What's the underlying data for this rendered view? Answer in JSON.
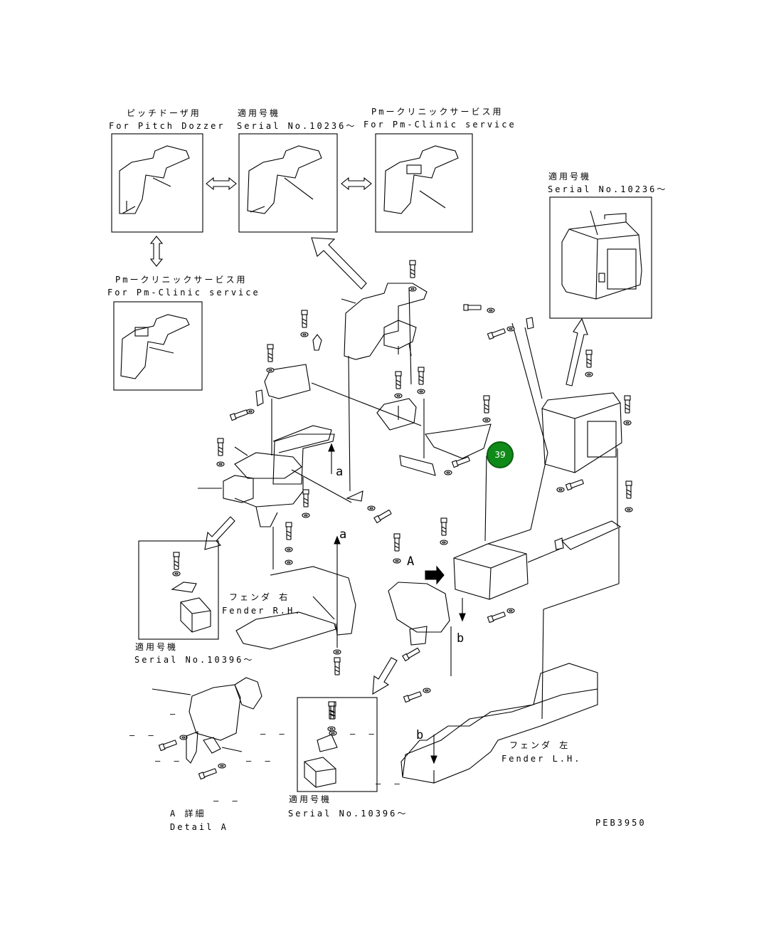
{
  "drawing_code": "PEB3950",
  "callout": {
    "number": "39",
    "color": "#0f8a18"
  },
  "insets": {
    "pitch_dozer": {
      "jp": "ピッチドーザ用",
      "en": "For Pitch Dozzer"
    },
    "serial_10236_top": {
      "jp": "適用号機",
      "en": "Serial No.10236～"
    },
    "pm_clinic_top": {
      "jp": "Pmークリニックサービス用",
      "en": "For Pm-Clinic service"
    },
    "pm_clinic_left": {
      "jp": "Pmークリニックサービス用",
      "en": "For Pm-Clinic service"
    },
    "serial_10236_right": {
      "jp": "適用号機",
      "en": "Serial No.10236～"
    },
    "serial_10396_left": {
      "jp": "適用号機",
      "en": "Serial No.10396～"
    },
    "serial_10396_bottom": {
      "jp": "適用号機",
      "en": "Serial No.10396～"
    },
    "detail_a": {
      "jp": "A 詳細",
      "en": "Detail A"
    }
  },
  "fenders": {
    "rh": {
      "jp": "フェンダ 右",
      "en": "Fender R.H."
    },
    "lh": {
      "jp": "フェンダ 左",
      "en": "Fender L.H."
    }
  },
  "view_markers": {
    "a_left": "a",
    "a_center": "a",
    "A_detail": "A",
    "b_right": "b",
    "b_bottom": "b"
  },
  "blank_refs": {
    "d1": "– –",
    "d2": "–",
    "d3": "– –",
    "d4": "– –",
    "d5": "– –",
    "d6": "– –",
    "d7": "– –",
    "d8": "– –"
  }
}
